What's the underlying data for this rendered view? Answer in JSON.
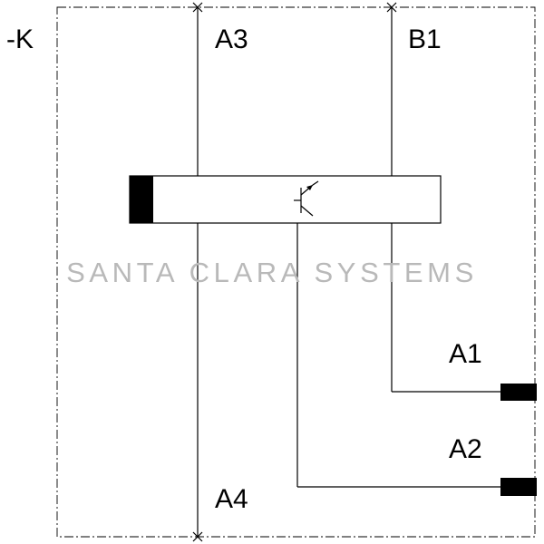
{
  "device_tag": "-K",
  "terminals": {
    "a3": "A3",
    "b1": "B1",
    "a1": "A1",
    "a2": "A2",
    "a4": "A4"
  },
  "watermark": "SANTA CLARA SYSTEMS",
  "icons": {
    "transistor": "transistor-icon",
    "terminal_block": "terminal-block-icon",
    "coil_marker": "coil-marker-icon",
    "terminal_cross": "terminal-cross-icon"
  },
  "colors": {
    "line": "#000000",
    "watermark": "#b9b9b9",
    "background": "#ffffff"
  }
}
